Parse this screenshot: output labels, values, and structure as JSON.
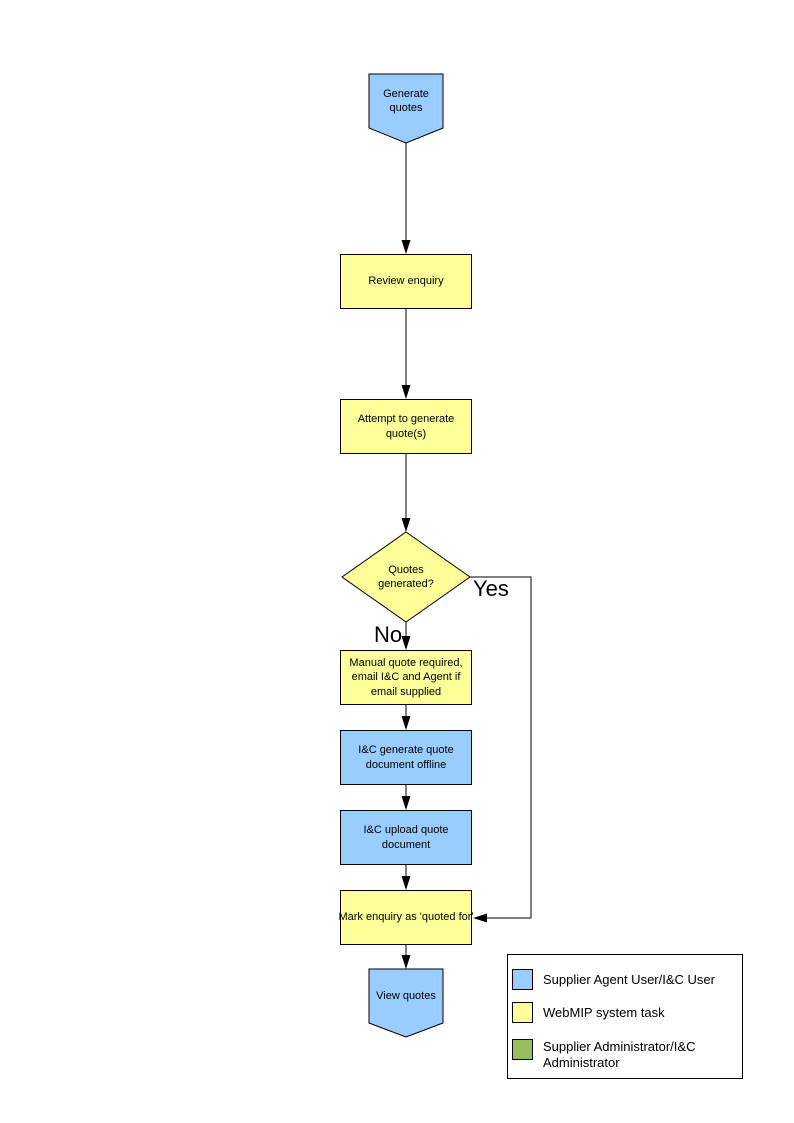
{
  "colors": {
    "actor_blue": "#99CCFF",
    "system_yellow": "#FFFF99",
    "admin_green": "#96BE5A",
    "outline": "#000000"
  },
  "flowchart": {
    "nodes": [
      {
        "id": "start",
        "label": "Generate quotes"
      },
      {
        "id": "review",
        "label": "Review enquiry"
      },
      {
        "id": "attempt",
        "label": "Attempt to generate quote(s)"
      },
      {
        "id": "decision",
        "label": "Quotes generated?"
      },
      {
        "id": "manual",
        "label": "Manual quote required, email I&C and Agent if email supplied"
      },
      {
        "id": "icgen",
        "label": "I&C generate quote document offline"
      },
      {
        "id": "icupload",
        "label": "I&C upload quote document"
      },
      {
        "id": "mark",
        "label": "Mark enquiry as 'quoted for'"
      },
      {
        "id": "end",
        "label": "View quotes"
      }
    ],
    "branch_labels": {
      "yes": "Yes",
      "no": "No"
    }
  },
  "legend": {
    "items": [
      {
        "label": "Supplier Agent User/I&C User",
        "color": "#99CCFF"
      },
      {
        "label": "WebMIP system task",
        "color": "#FFFF99"
      },
      {
        "label": "Supplier Administrator/I&C Administrator",
        "color": "#96BE5A"
      }
    ]
  }
}
